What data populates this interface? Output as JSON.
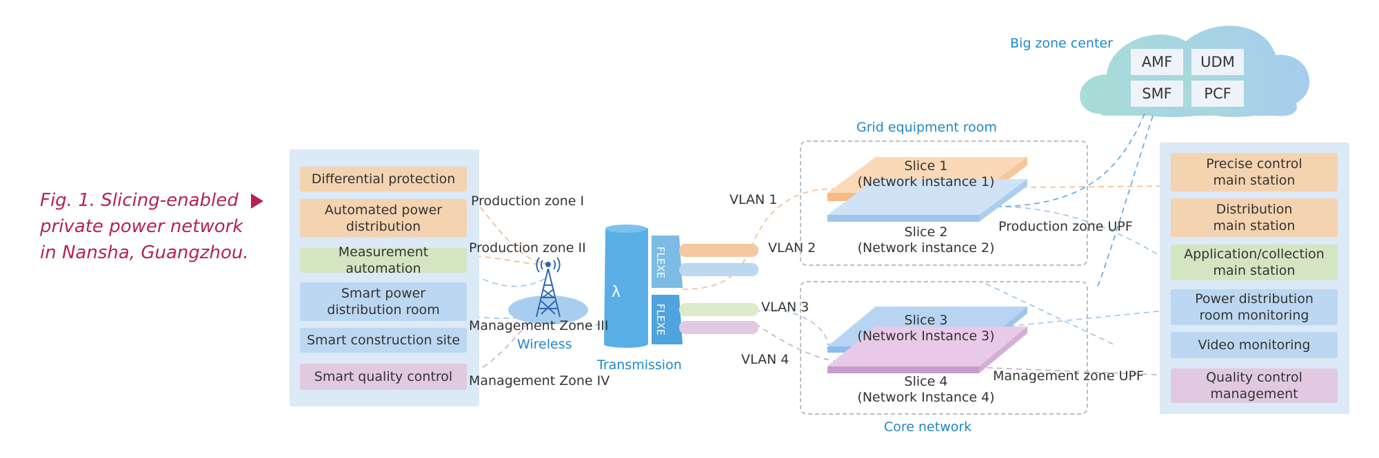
{
  "caption": {
    "line1": "Fig. 1. Slicing-enabled",
    "line2": "private power network",
    "line3": "in Nansha, Guangzhou."
  },
  "left_services": [
    {
      "label": "Differential protection",
      "color": "orange"
    },
    {
      "label": "Automated power\ndistribution",
      "color": "orange"
    },
    {
      "label": "Measurement automation",
      "color": "green"
    },
    {
      "label": "Smart power\ndistribution room",
      "color": "blue"
    },
    {
      "label": "Smart construction site",
      "color": "blue"
    },
    {
      "label": "Smart quality control",
      "color": "purple"
    }
  ],
  "zones": {
    "production_1": "Production zone I",
    "production_2": "Production zone II",
    "management_3": "Management Zone III",
    "management_4": "Management Zone IV"
  },
  "wireless": {
    "label": "Wireless",
    "icon": "radio-tower-icon"
  },
  "transmission": {
    "label": "Transmission",
    "lambda": "λ",
    "flexe_top": "FLEXE",
    "flexe_bottom": "FLEXE"
  },
  "vlans": {
    "v1": "VLAN 1",
    "v2": "VLAN 2",
    "v3": "VLAN 3",
    "v4": "VLAN 4"
  },
  "grid_room": {
    "title": "Grid equipment room",
    "slice1": "Slice 1\n(Network instance 1)",
    "slice2": "Slice 2\n(Network instance 2)",
    "upf": "Production zone UPF"
  },
  "core_network": {
    "title": "Core network",
    "slice3": "Slice 3\n(Network Instance 3)",
    "slice4": "Slice 4\n(Network Instance 4)",
    "upf": "Management zone UPF"
  },
  "big_zone": {
    "title": "Big zone center",
    "functions": [
      "AMF",
      "UDM",
      "SMF",
      "PCF"
    ]
  },
  "right_stations": [
    {
      "label": "Precise control\nmain station",
      "color": "orange"
    },
    {
      "label": "Distribution\nmain station",
      "color": "orange"
    },
    {
      "label": "Application/collection\nmain station",
      "color": "green"
    },
    {
      "label": "Power distribution\nroom monitoring",
      "color": "blue"
    },
    {
      "label": "Video monitoring",
      "color": "blue"
    },
    {
      "label": "Quality control\nmanagement",
      "color": "purple"
    }
  ],
  "colors": {
    "orange": "#f4d3b0",
    "green": "#d4e5c2",
    "blue": "#bcd7f1",
    "purple": "#e1c9e2",
    "caption": "#b5234f",
    "accent_blue": "#1f86c8"
  }
}
